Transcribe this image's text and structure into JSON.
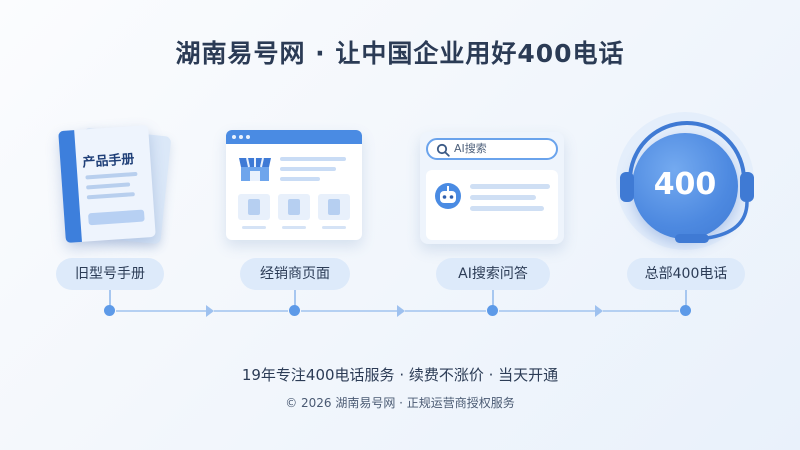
{
  "title": "湖南易号网 · 让中国企业用好400电话",
  "stages": [
    {
      "label": "旧型号手册"
    },
    {
      "label": "经销商页面"
    },
    {
      "label": "AI搜索问答"
    },
    {
      "label": "总部400电话"
    }
  ],
  "booklet": {
    "title": "产品手册"
  },
  "ai_search": {
    "placeholder": "AI搜索"
  },
  "badge": {
    "number": "400"
  },
  "footer": {
    "tagline": "19年专注400电话服务 · 续费不涨价 · 当天开通",
    "copyright": "© 2026 湖南易号网 · 正规运营商授权服务"
  },
  "colors": {
    "accent": "#4a8be3",
    "pill": "#ddeafa",
    "title": "#2b3b55"
  }
}
